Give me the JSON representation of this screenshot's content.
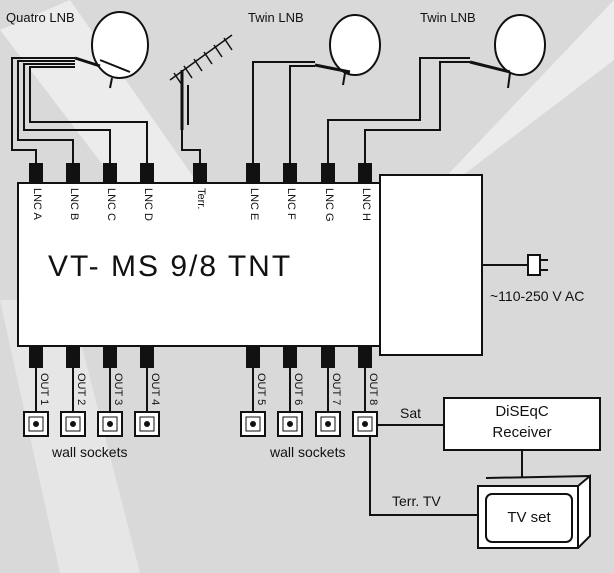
{
  "title": "VT- MS 9/8 TNT",
  "lnb_labels": {
    "quatro": "Quatro LNB",
    "twin_1": "Twin LNB",
    "twin_2": "Twin LNB"
  },
  "inputs": [
    "LNC A",
    "LNC B",
    "LNC C",
    "LNC D",
    "Terr.",
    "LNC E",
    "LNC F",
    "LNC G",
    "LNC H"
  ],
  "outputs": [
    "OUT 1",
    "OUT 2",
    "OUT 3",
    "OUT 4",
    "OUT 5",
    "OUT 6",
    "OUT 7",
    "OUT 8"
  ],
  "power": "~110-250 V AC",
  "wall_sockets": [
    "wall sockets",
    "wall sockets"
  ],
  "receiver": {
    "line1": "DiSEqC",
    "line2": "Receiver"
  },
  "tv": "TV set",
  "links": {
    "sat": "Sat",
    "terr_tv": "Terr. TV"
  },
  "colors": {
    "background": "#d9d9d9",
    "line": "#111111",
    "box": "#ffffff",
    "watermark": "#ececec"
  }
}
